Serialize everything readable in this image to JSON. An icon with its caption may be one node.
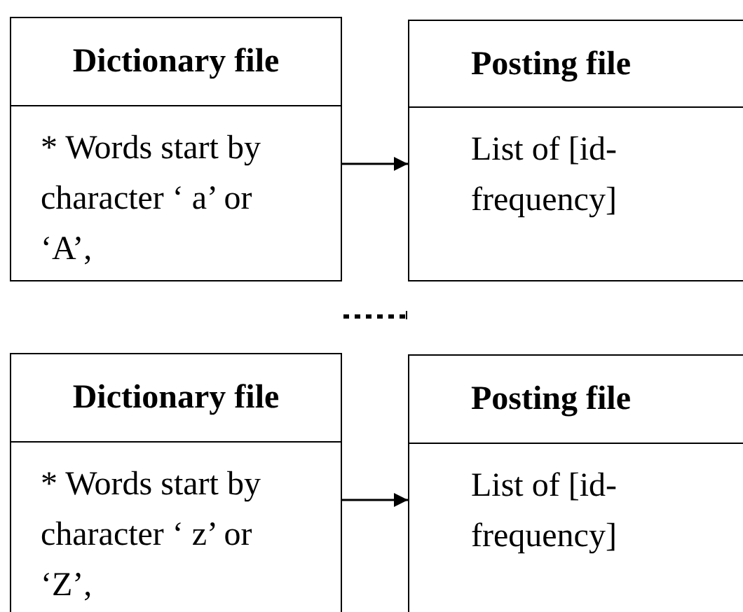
{
  "diagram": {
    "nodes": [
      {
        "text": [
          "Dictionary file",
          "* Words start by character ‘ a’ or ‘A’,"
        ]
      },
      {
        "text": [
          "Posting file",
          "List of [id-frequency]"
        ]
      },
      {
        "text": [
          "Dictionary file",
          "* Words start by character ‘ z’ or ‘Z’,"
        ]
      },
      {
        "text": [
          "Posting file",
          "List of [id-frequency]"
        ]
      }
    ],
    "edges": [
      {
        "from": 0,
        "to": 1,
        "arrow": "to"
      },
      {
        "from": 2,
        "to": 3,
        "arrow": "to"
      }
    ]
  }
}
